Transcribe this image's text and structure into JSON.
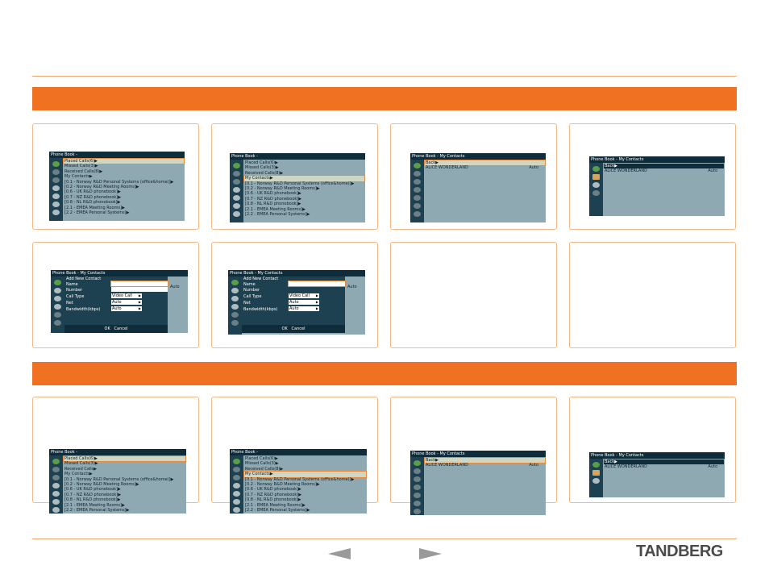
{
  "brand": {
    "name": "TANDBERG",
    "accent": "#f07122"
  },
  "pb_rows": [
    "Placed Calls(6)▶",
    "Missed Calls(3)▶",
    "Received Calls(8)▶",
    "My Contacts▶",
    "[0.1 - Norway R&D Personal Systems (office&home)]▶",
    "[0.2 - Norway R&D Meeting Rooms]▶",
    "[0.6 - UK R&D phonebook]▶",
    "[0.7 - NZ R&D phonebook]▶",
    "[0.8 - NL R&D phonebook]▶",
    "[2.1 - EMEA Meeting Rooms]▶",
    "[2.2 - EMEA Personal Systems]▶"
  ],
  "pb_rows_b": [
    "Placed Calls(6)▶",
    "Missed Calls(3)▶",
    "Received Calls▶",
    "My Contacts▶",
    "[0.1 - Norway R&D Personal Systems (office&home)]▶",
    "[0.2 - Norway R&D Meeting Rooms]▶",
    "[0.6 - UK R&D phonebook]▶",
    "[0.7 - NZ R&D phonebook]▶",
    "[0.8 - NL R&D phonebook]▶",
    "[2.1 - EMEA Meeting Rooms]▶",
    "[2.2 - EMEA Personal Systems]▶"
  ],
  "screens": {
    "phonebook_title": "Phone Book -",
    "contacts_title": "Phone Book - My Contacts",
    "back": "Back▶",
    "contact_name": "ALICE WONDERLAND",
    "contact_rate": "Auto"
  },
  "dialog": {
    "title": "Add New Contact",
    "name_label": "Name",
    "number_label": "Number",
    "calltype_label": "Call Type",
    "calltype_value": "Video Call",
    "net_label": "Net",
    "net_value": "Auto",
    "bw_label": "Bandwidth(kbps)",
    "bw_value": "Auto",
    "ok": "OK",
    "cancel": "Cancel"
  },
  "footer": {
    "prev": "previous-page",
    "next": "next-page"
  }
}
